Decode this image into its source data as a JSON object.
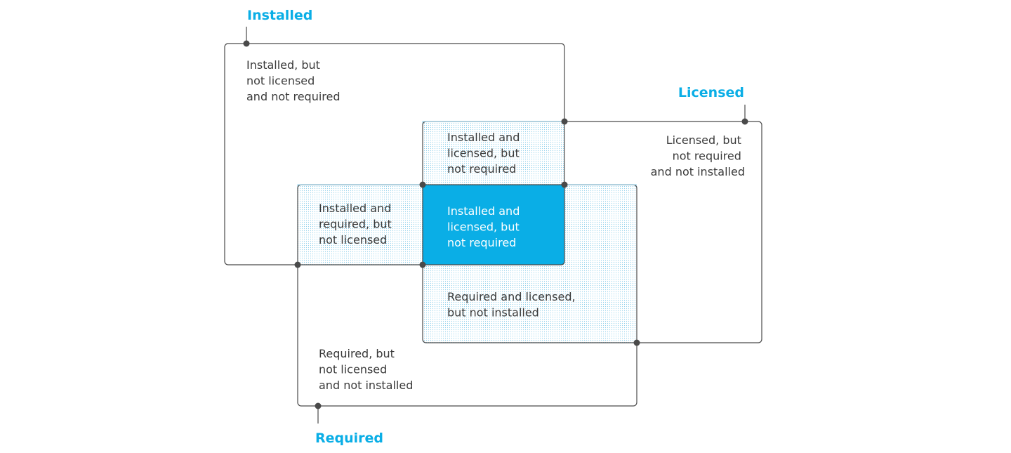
{
  "sets": {
    "installed": {
      "title": "Installed"
    },
    "licensed": {
      "title": "Licensed"
    },
    "required": {
      "title": "Required"
    }
  },
  "regions": {
    "installed_only": [
      "Installed, but",
      "not licensed",
      "and not required"
    ],
    "installed_licensed": [
      "Installed and",
      "licensed, but",
      "not required"
    ],
    "installed_required": [
      "Installed and",
      "required, but",
      "not licensed"
    ],
    "center": [
      "Installed and",
      "licensed, but",
      "not required"
    ],
    "required_licensed": [
      "Required and licensed,",
      "but not installed"
    ],
    "licensed_only": [
      "Licensed, but",
      "not required",
      "and not installed"
    ],
    "required_only": [
      "Required, but",
      "not licensed",
      "and not installed"
    ]
  },
  "colors": {
    "accent": "#0aaee6",
    "outline": "#4a4a4a",
    "connector_dot": "#4a4a4a",
    "dot_pattern": "#8fd0ec",
    "text": "#3a3a3a",
    "center_text": "#ffffff"
  }
}
